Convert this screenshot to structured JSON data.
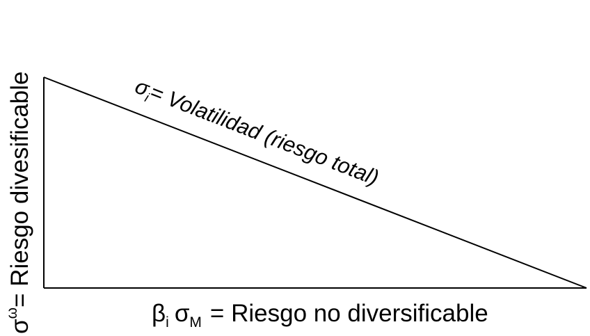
{
  "diagram": {
    "stroke_color": "#000000",
    "hypotenuse_label": {
      "symbol": "σ",
      "subscript": "i",
      "text": "= Volatilidad (riesgo total)"
    },
    "bottom_label": {
      "beta_symbol": "β",
      "beta_subscript": "i",
      "sigma_symbol": "σ",
      "sigma_subscript": "M",
      "text": "= Riesgo no diversificable"
    },
    "left_label": {
      "symbol": "σ",
      "subscript": "ω",
      "text": "= Riesgo divesificable"
    }
  }
}
